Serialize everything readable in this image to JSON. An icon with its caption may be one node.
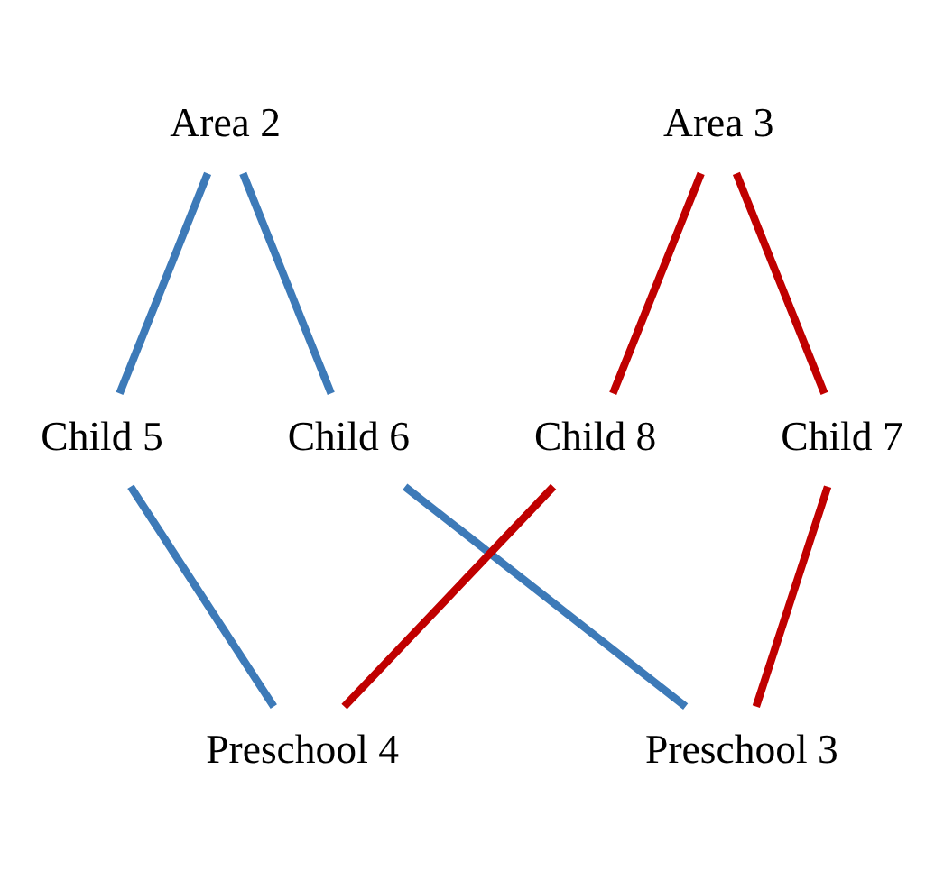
{
  "diagram": {
    "nodes": [
      {
        "text": [
          "Area 2"
        ]
      },
      {
        "text": [
          "Area 3"
        ]
      },
      {
        "text": [
          "Child 5"
        ]
      },
      {
        "text": [
          "Child 6"
        ]
      },
      {
        "text": [
          "Child 7"
        ]
      },
      {
        "text": [
          "Child 8"
        ]
      },
      {
        "text": [
          "Preschool 3"
        ]
      },
      {
        "text": [
          "Preschool 4"
        ]
      }
    ],
    "edges": [
      {
        "from": 0,
        "to": 2,
        "arrow": "none",
        "color": "#3d7ab8"
      },
      {
        "from": 0,
        "to": 3,
        "arrow": "none",
        "color": "#3d7ab8"
      },
      {
        "from": 1,
        "to": 4,
        "arrow": "none",
        "color": "#c00000"
      },
      {
        "from": 1,
        "to": 5,
        "arrow": "none",
        "color": "#c00000"
      },
      {
        "from": 2,
        "to": 7,
        "arrow": "none",
        "color": "#3d7ab8"
      },
      {
        "from": 3,
        "to": 6,
        "arrow": "none",
        "color": "#3d7ab8"
      },
      {
        "from": 4,
        "to": 6,
        "arrow": "none",
        "color": "#c00000"
      },
      {
        "from": 5,
        "to": 7,
        "arrow": "none",
        "color": "#c00000"
      }
    ]
  }
}
